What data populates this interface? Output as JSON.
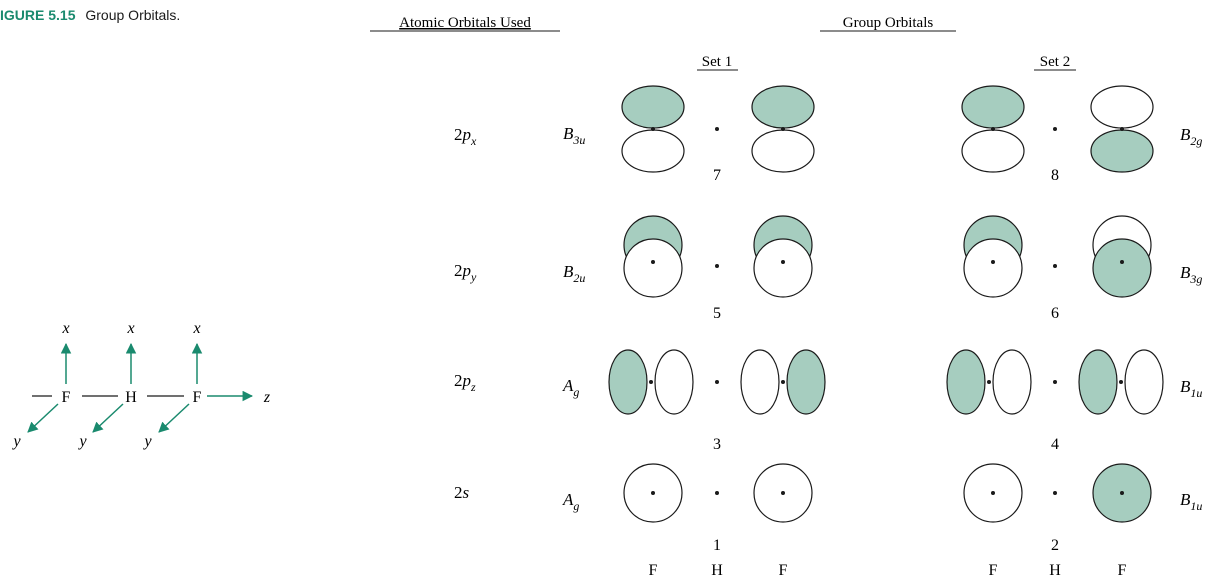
{
  "caption": {
    "label": "IGURE 5.15",
    "text": "Group Orbitals."
  },
  "headers": {
    "atomic": "Atomic Orbitals Used",
    "group": "Group Orbitals",
    "set1": "Set 1",
    "set2": "Set 2"
  },
  "axes": {
    "x": "x",
    "y": "y",
    "z": "z",
    "atoms": [
      "F",
      "H",
      "F"
    ]
  },
  "rows": [
    {
      "orbital": {
        "base": "2",
        "main": "p",
        "sub": "x"
      },
      "set1": {
        "sym_main": "B",
        "sym_sub": "3u",
        "number": "7"
      },
      "set2": {
        "sym_main": "B",
        "sym_sub": "2g",
        "number": "8"
      }
    },
    {
      "orbital": {
        "base": "2",
        "main": "p",
        "sub": "y"
      },
      "set1": {
        "sym_main": "B",
        "sym_sub": "2u",
        "number": "5"
      },
      "set2": {
        "sym_main": "B",
        "sym_sub": "3g",
        "number": "6"
      }
    },
    {
      "orbital": {
        "base": "2",
        "main": "p",
        "sub": "z"
      },
      "set1": {
        "sym_main": "A",
        "sym_sub": "g",
        "number": "3"
      },
      "set2": {
        "sym_main": "B",
        "sym_sub": "1u",
        "number": "4"
      }
    },
    {
      "orbital": {
        "base": "2",
        "main": "s",
        "sub": ""
      },
      "set1": {
        "sym_main": "A",
        "sym_sub": "g",
        "number": "1"
      },
      "set2": {
        "sym_main": "B",
        "sym_sub": "1u",
        "number": "2"
      }
    }
  ],
  "bottom_labels": {
    "set1": [
      "F",
      "H",
      "F"
    ],
    "set2": [
      "F",
      "H",
      "F"
    ]
  },
  "colors": {
    "teal": "#1a8a6e",
    "shade": "#a6cdbf",
    "black": "#1a1a1a"
  }
}
